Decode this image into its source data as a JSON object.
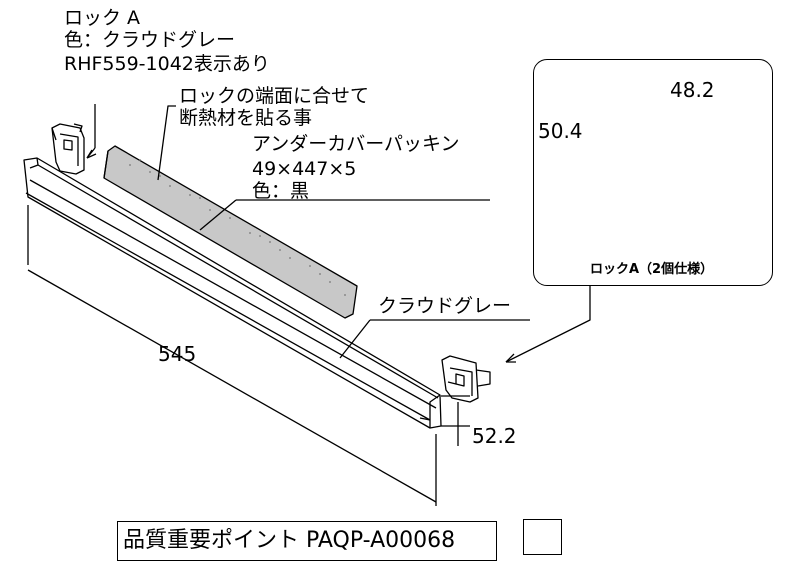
{
  "labels": {
    "lock_title": "ロック A",
    "lock_color": "色：クラウドグレー",
    "lock_marking": "RHF559-1042表示あり",
    "align_note_1": "ロックの端面に合せて",
    "align_note_2": "断熱材を貼る事",
    "packing_name": "アンダーカバーパッキン",
    "packing_size": "49×447×5",
    "packing_color": "色：黒",
    "cover_color": "クラウドグレー"
  },
  "dimensions": {
    "length": "545",
    "height": "52.2",
    "inset_width": "48.2",
    "inset_height": "50.4"
  },
  "inset": {
    "caption": "ロックA（2個仕様）"
  },
  "footer": {
    "quality_point": "品質重要ポイント PAQP-A00068"
  }
}
